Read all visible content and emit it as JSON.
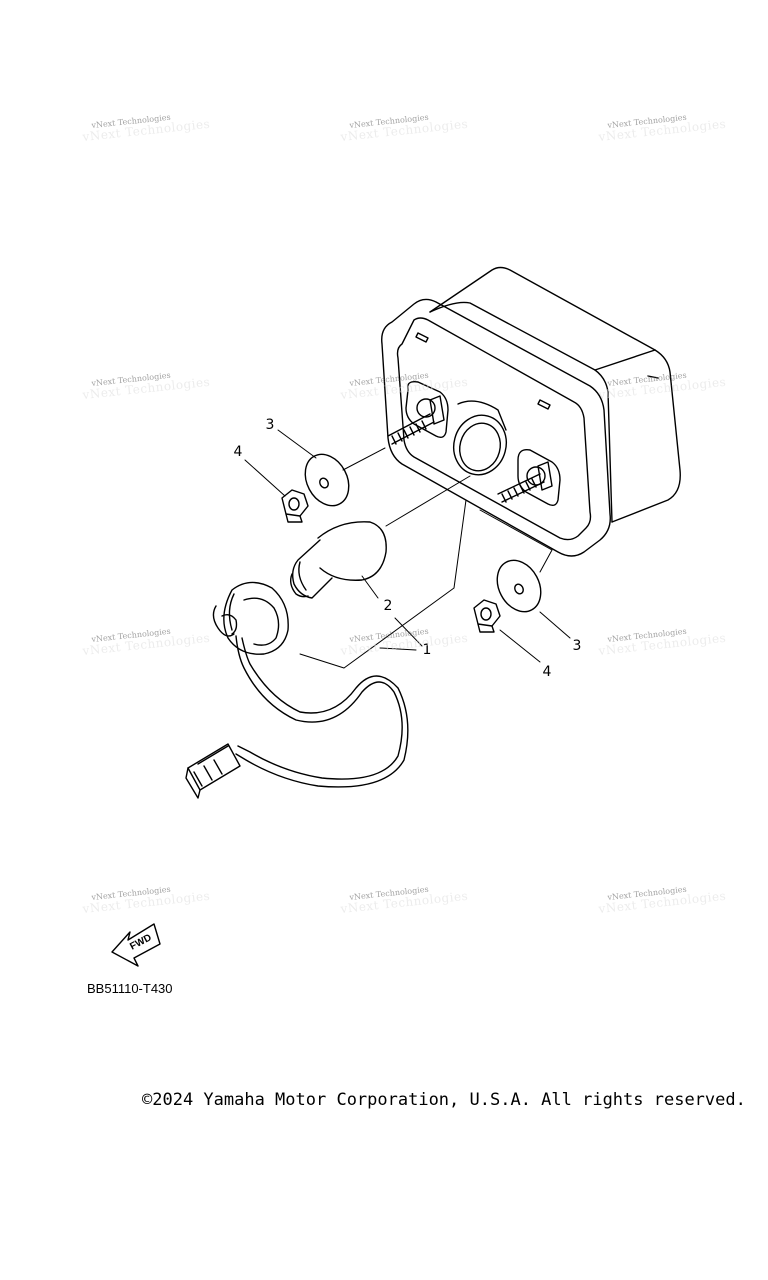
{
  "watermark": {
    "text": "vNext Technologies",
    "ghost": "vNext Technologies"
  },
  "callouts": {
    "part_1": "1",
    "part_2": "2",
    "part_3_left": "3",
    "part_3_right": "3",
    "part_4_left": "4",
    "part_4_right": "4"
  },
  "fwd_label": "FWD",
  "part_code": "BB51110-T430",
  "copyright": "©2024 Yamaha Motor Corporation, U.S.A. All rights reserved."
}
